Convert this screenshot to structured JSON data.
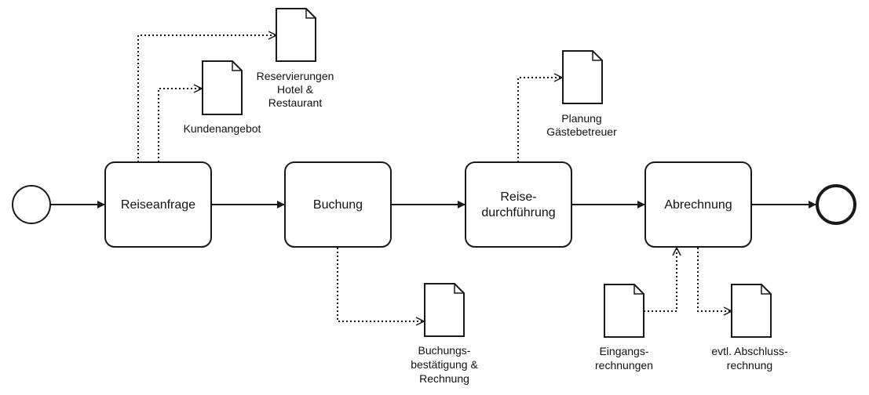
{
  "colors": {
    "stroke": "#1a1a1a",
    "fill": "#ffffff",
    "text": "#111111"
  },
  "events": {
    "start": {
      "kind": "start-event"
    },
    "end": {
      "kind": "end-event"
    }
  },
  "tasks": [
    {
      "id": "reiseanfrage",
      "lines": [
        "Reiseanfrage"
      ]
    },
    {
      "id": "buchung",
      "lines": [
        "Buchung"
      ]
    },
    {
      "id": "reisedurchfuehrung",
      "lines": [
        "Reise-",
        "durchführung"
      ]
    },
    {
      "id": "abrechnung",
      "lines": [
        "Abrechnung"
      ]
    }
  ],
  "documents": [
    {
      "id": "reservierungen",
      "lines": [
        "Reservierungen",
        "Hotel &",
        "Restaurant"
      ]
    },
    {
      "id": "kundenangebot",
      "lines": [
        "Kundenangebot"
      ]
    },
    {
      "id": "planung",
      "lines": [
        "Planung",
        "Gästebetreuer"
      ]
    },
    {
      "id": "buchungsbestaetigung",
      "lines": [
        "Buchungs-",
        "bestätigung &",
        "Rechnung"
      ]
    },
    {
      "id": "eingangsrechnungen",
      "lines": [
        "Eingangs-",
        "rechnungen"
      ]
    },
    {
      "id": "abschlussrechnung",
      "lines": [
        "evtl. Abschluss-",
        "rechnung"
      ]
    }
  ]
}
